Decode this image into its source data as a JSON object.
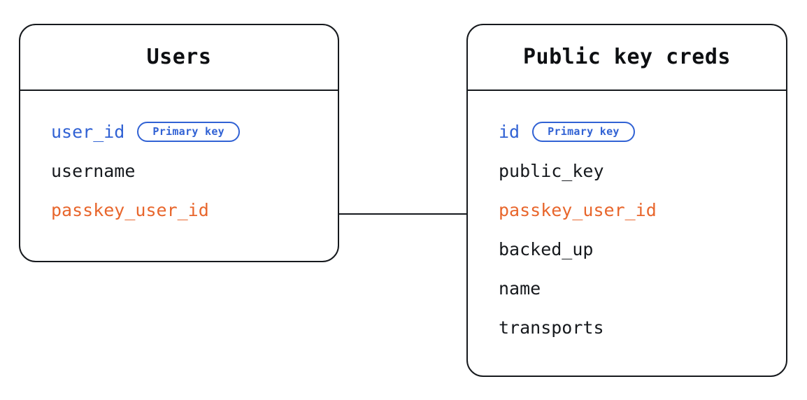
{
  "diagram": {
    "type": "entity-relationship-diagram",
    "background_color": "#ffffff",
    "stroke_color": "#16191d",
    "colors": {
      "primary_key": "#3162d4",
      "foreign_key": "#e8662c",
      "plain_field": "#16191d",
      "badge_border": "#3162d4",
      "badge_text": "#3162d4"
    }
  },
  "entities": [
    {
      "id": "users",
      "title": "Users",
      "fields": [
        {
          "name": "user_id",
          "role": "pk",
          "badge": "Primary key"
        },
        {
          "name": "username",
          "role": "plain",
          "badge": null
        },
        {
          "name": "passkey_user_id",
          "role": "fk",
          "badge": null
        }
      ]
    },
    {
      "id": "pkcreds",
      "title": "Public key creds",
      "fields": [
        {
          "name": "id",
          "role": "pk",
          "badge": "Primary key"
        },
        {
          "name": "public_key",
          "role": "plain",
          "badge": null
        },
        {
          "name": "passkey_user_id",
          "role": "fk",
          "badge": null
        },
        {
          "name": "backed_up",
          "role": "plain",
          "badge": null
        },
        {
          "name": "name",
          "role": "plain",
          "badge": null
        },
        {
          "name": "transports",
          "role": "plain",
          "badge": null
        }
      ]
    }
  ],
  "relationships": [
    {
      "id": "users-pkcreds",
      "from_entity": "users",
      "from_field": "passkey_user_id",
      "to_entity": "pkcreds",
      "to_field": "passkey_user_id",
      "style": "solid-line"
    }
  ]
}
